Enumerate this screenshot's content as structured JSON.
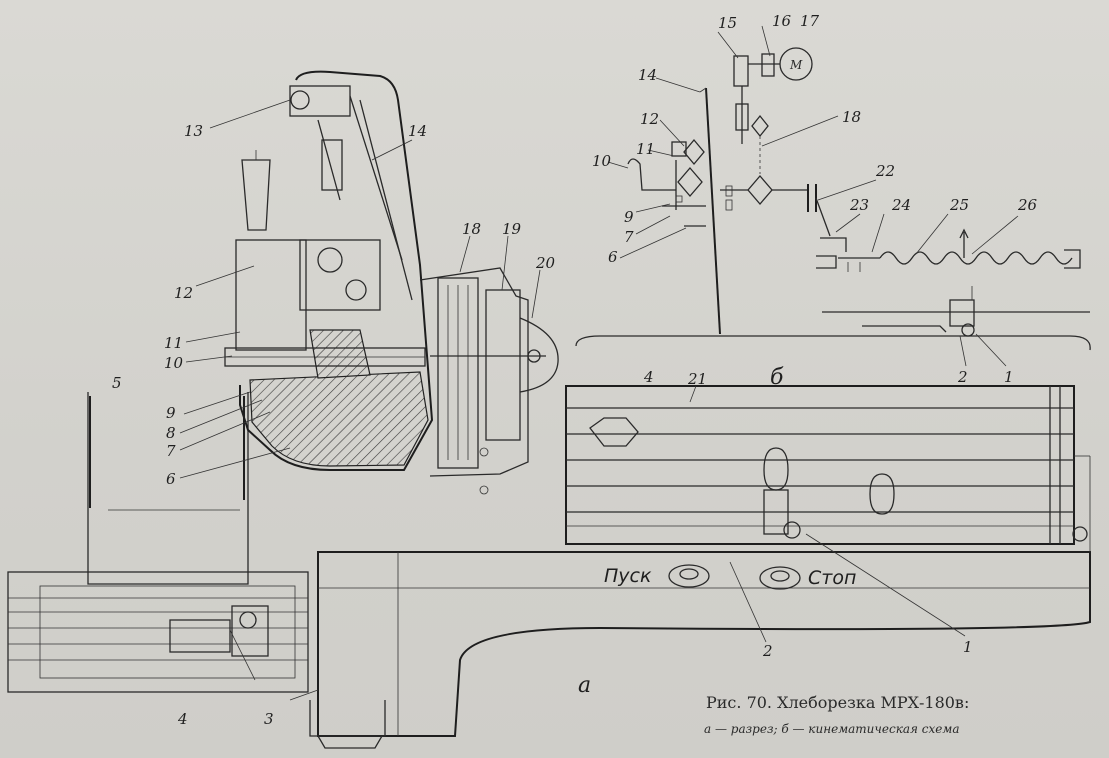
{
  "caption": {
    "title": "Рис. 70. Хлеборезка МРХ-180в:",
    "subtitle": "а — разрез; б — кинематическая схема"
  },
  "panel_labels": {
    "a": "а",
    "b": "б"
  },
  "controls": {
    "start": "Пуск",
    "stop": "Стоп"
  },
  "motor_symbol": "М",
  "section_a_labels": [
    "1",
    "2",
    "3",
    "4",
    "5",
    "6",
    "7",
    "8",
    "9",
    "10",
    "11",
    "12",
    "13",
    "14",
    "18",
    "19",
    "20",
    "21"
  ],
  "section_b_labels": [
    "1",
    "2",
    "4",
    "6",
    "7",
    "9",
    "10",
    "11",
    "12",
    "14",
    "15",
    "16",
    "17",
    "18",
    "22",
    "23",
    "24",
    "25",
    "26"
  ]
}
